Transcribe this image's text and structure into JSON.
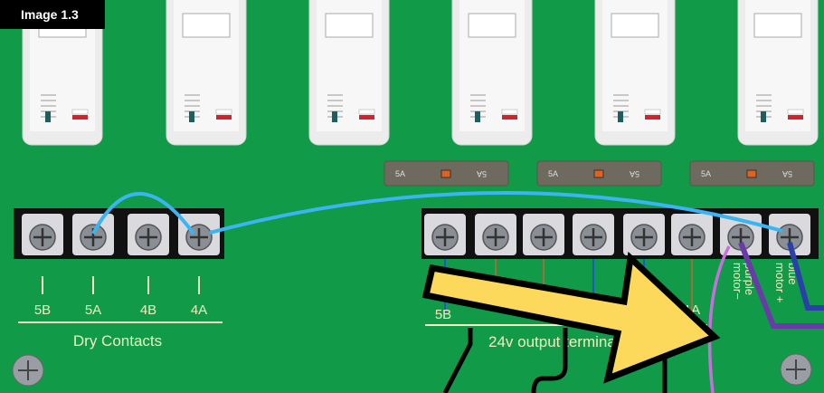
{
  "badge": "Image 1.3",
  "fuse": {
    "left": "5A",
    "right": "5A"
  },
  "dry_contacts": {
    "labels": [
      "5B",
      "5A",
      "4B",
      "4A"
    ],
    "title": "Dry Contacts"
  },
  "output": {
    "label_first": "5B",
    "label_last": "1A",
    "title": "24v output terminals"
  },
  "motor": {
    "minus": "motor−",
    "minus_color_word": "purple",
    "plus": "motor +",
    "plus_color_word": "blue"
  },
  "colors": {
    "board": "#119a48",
    "wire_blue": "#3ab4f2",
    "wire_purple": "#6a3aa8",
    "wire_violet": "#c96ee0",
    "arrow": "#fcd95a"
  }
}
